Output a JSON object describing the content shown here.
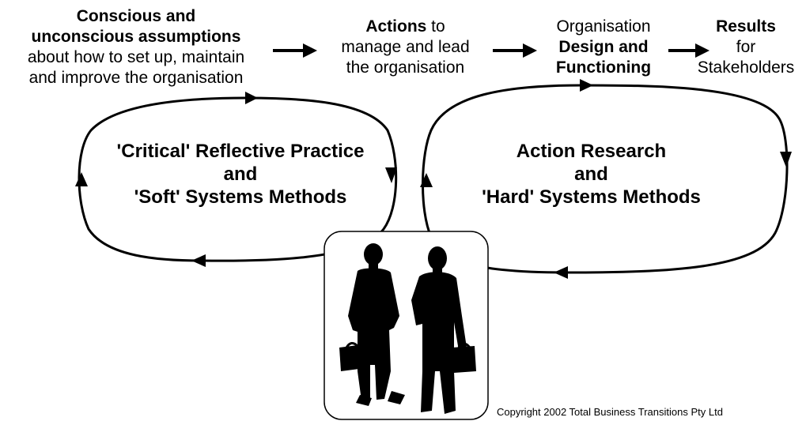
{
  "flow": {
    "assumptions": {
      "line1": "Conscious and",
      "line2": "unconscious assumptions",
      "line3": "about how to set up, maintain",
      "line4": "and improve the organisation"
    },
    "actions": {
      "bold": "Actions",
      "rest1": " to",
      "line2": "manage and lead",
      "line3": "the organisation"
    },
    "design": {
      "line1": "Organisation",
      "line2": "Design and",
      "line3": "Functioning"
    },
    "results": {
      "line1": "Results",
      "line2": "for",
      "line3": "Stakeholders"
    }
  },
  "left_loop": {
    "line1": "'Critical' Reflective Practice",
    "line2": "and",
    "line3": "'Soft' Systems Methods"
  },
  "right_loop": {
    "line1": "Action Research",
    "line2": "and",
    "line3": "'Hard' Systems Methods"
  },
  "copyright": "Copyright 2002 Total Business Transitions Pty Ltd",
  "colors": {
    "stroke": "#000000",
    "background": "#ffffff"
  }
}
